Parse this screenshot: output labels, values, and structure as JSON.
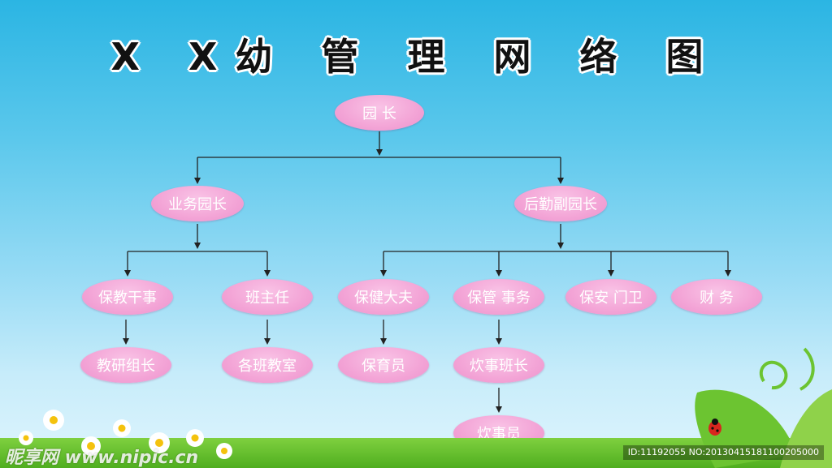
{
  "title": "X X幼 管 理 网 络 图",
  "nodes": {
    "root": "园 长",
    "business": "业务园长",
    "logistics": "后勤副园长",
    "teaching_officer": "保教干事",
    "head_teacher": "班主任",
    "health_doctor": "保健大夫",
    "affairs": "保管 事务",
    "security": "保安 门卫",
    "finance": "财 务",
    "research_leader": "教研组长",
    "classrooms": "各班教室",
    "nursery_staff": "保育员",
    "kitchen_leader": "炊事班长",
    "cook": "炊事员"
  },
  "watermark": {
    "logo": "昵享网 www.nipic.cn",
    "id": "ID:11192055 NO:20130415181100205000"
  },
  "colors": {
    "node_fill": "#f3a4d6",
    "node_text": "#ffffff",
    "connector": "#222222",
    "sky_top": "#2bb5e3",
    "grass": "#5cb82a"
  }
}
